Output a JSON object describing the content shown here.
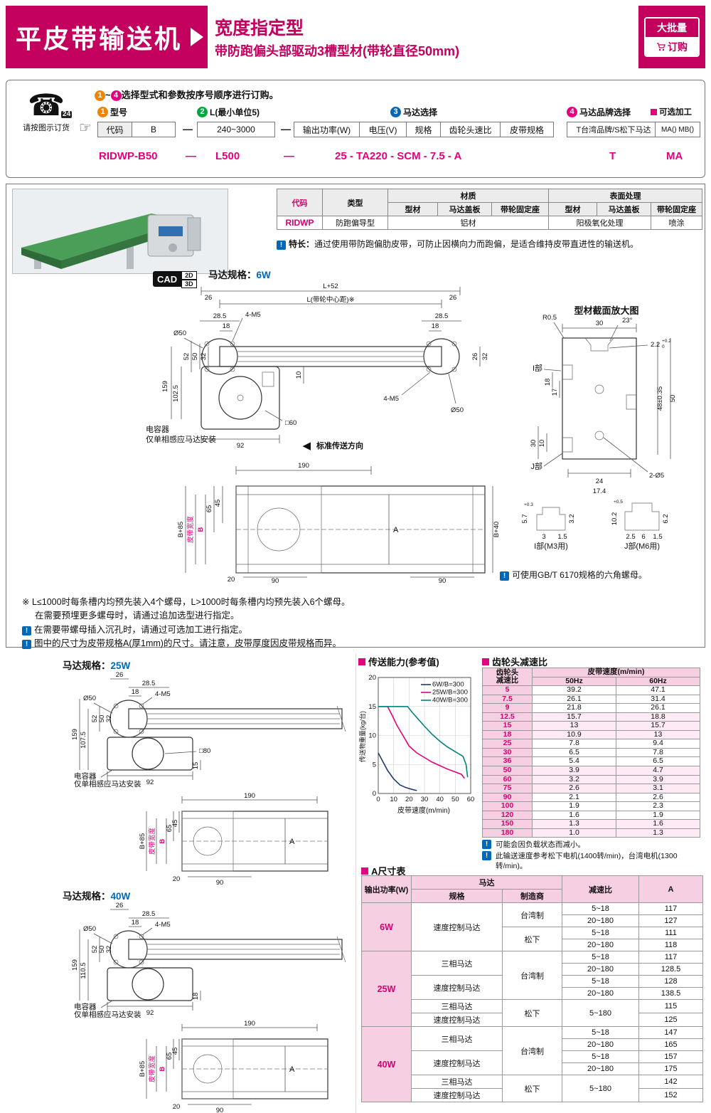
{
  "colors": {
    "brand_magenta": "#c4005f",
    "accent_magenta": "#e5007f",
    "blue": "#0068b7",
    "step1_orange": "#f08300",
    "step2_green": "#00a73c",
    "step3_blue": "#0068b7",
    "step4_magenta": "#e5007f",
    "table_pink": "#f7cfe3"
  },
  "icons": {
    "note": "!",
    "phone": "☎",
    "phone_badge": "24",
    "hand": "☞",
    "left_arrow": "◀"
  },
  "header": {
    "title": "平皮带输送机",
    "sub1": "宽度指定型",
    "sub2": "带防跑偏头部驱动3槽型材(带轮直径50mm)",
    "badge1": "大批量",
    "badge2": "订购"
  },
  "order": {
    "from": "1",
    "to": "4",
    "tilde": "~",
    "instruction": "选择型式和参数按序号顺序进行订购。",
    "phone_caption": "请按图示订货",
    "steps": [
      {
        "num": "1",
        "title": "型号"
      },
      {
        "num": "2",
        "title": "L(最小单位5)"
      },
      {
        "num": "3",
        "title": "马达选择"
      },
      {
        "num": "4",
        "title": "马达品牌选择"
      }
    ],
    "code_label": "代码",
    "code_value": "B",
    "l_range": "240~3000",
    "motor_headers": [
      "输出功率(W)",
      "电压(V)",
      "规格",
      "齿轮头速比",
      "皮带规格"
    ],
    "brand_label": "T台湾品牌/S松下马达",
    "optional_title": "可选加工",
    "optional_value": "MA() MB()",
    "dash": "—",
    "example": {
      "model": "RIDWP-B50",
      "dash1": "—",
      "l": "L500",
      "dash2": "—",
      "motor": "25 - TA220 - SCM - 7.5 - A",
      "brand": "T",
      "opt": "MA"
    }
  },
  "spec": {
    "h_code": "代码",
    "h_type": "类型",
    "h_mat": "材质",
    "h_surf": "表面处理",
    "sub1": "型材",
    "sub2": "马达盖板",
    "sub3": "带轮固定座",
    "code": "RIDWP",
    "type": "防跑偏导型",
    "mat": "铝材",
    "surf_a": "阳极氧化处理",
    "surf_b": "喷涂"
  },
  "feature": {
    "prefix": "特长：",
    "text": "通过使用带防跑偏肋皮带，可防止因横向力而跑偏，是适合维持皮带直进性的输送机。"
  },
  "cad": {
    "a": "CAD",
    "b": "2D",
    "c": "3D"
  },
  "m6": {
    "label": "马达规格：",
    "value": "6W"
  },
  "m25": {
    "label": "马达规格：",
    "value": "25W"
  },
  "m40": {
    "label": "马达规格：",
    "value": "40W"
  },
  "dir": {
    "label": "标准传送方向"
  },
  "d6": {
    "L52": "L+52",
    "Lc": "L(带轮中心距)※",
    "n26": "26",
    "n285": "28.5",
    "n18": "18",
    "m5": "4-M5",
    "dia": "Ø50",
    "v52": "52",
    "v50": "50",
    "v32": "32",
    "v102": "102.5",
    "v159": "159",
    "r32": "32",
    "n10": "10",
    "n92": "92",
    "sq60": "□60",
    "cap": "电容器",
    "cap2": "仅单相感应马达安装"
  },
  "d6s": {
    "n190": "190",
    "n65": "65",
    "n45": "45",
    "b85": "B+85",
    "belt": "皮带宽度",
    "b": "B",
    "a": "A",
    "n20": "20",
    "n90": "90",
    "b40": "B+40"
  },
  "sect": {
    "title": "型材截面放大图",
    "n30": "30",
    "r05": "R0.5",
    "ang": "23°",
    "n22": "2.2",
    "tol02": "+0.2",
    "tol03": "+0.3",
    "tol05": "+0.5",
    "zero": "0",
    "ipart": "I部",
    "jpart": "J部",
    "n18": "18",
    "n17": "17",
    "n10": "10",
    "n30b": "30",
    "n50": "50",
    "n48": "48±0.35",
    "dia5": "2-Ø5",
    "n24": "24",
    "n174": "17.4",
    "i": {
      "a": "5.7",
      "b": "3.2",
      "c": "3",
      "d": "1.5",
      "cap": "I部(M3用)"
    },
    "j": {
      "a": "10.2",
      "b": "6.2",
      "c": "2.5",
      "d": "6",
      "e": "1.5",
      "cap": "J部(M6用)"
    },
    "nut": "可使用GB/T 6170规格的六角螺母。"
  },
  "notes": {
    "n1": "※ L≤1000时每条槽内均预先装入4个螺母，L>1000时每条槽内均预先装入6个螺母。",
    "n2": "在需要预埋更多螺母时，请通过追加选型进行指定。",
    "n3": "在需要带螺母插入沉孔时，请通过可选加工进行指定。",
    "n4": "图中的尺寸为皮带规格A(厚1mm)的尺寸。请注意，皮带厚度因皮带规格而异。"
  },
  "d25": {
    "n26": "26",
    "n285": "28.5",
    "n18": "18",
    "m5": "4-M5",
    "dia": "Ø50",
    "v52": "52",
    "v50": "50",
    "v32": "32",
    "vh": "107.5",
    "v159": "159",
    "nb": "15",
    "sq": "□80",
    "n92": "92",
    "cap": "电容器",
    "cap2": "仅单相感应马达安装"
  },
  "d40": {
    "n26": "26",
    "n285": "28.5",
    "n18": "18",
    "m5": "4-M5",
    "dia": "Ø50",
    "v52": "52",
    "v50": "50",
    "v32": "32",
    "vh": "110.5",
    "v159": "159",
    "nb": "18",
    "n92": "92",
    "cap": "电容器",
    "cap2": "仅单相感应马达安装"
  },
  "ds": {
    "n190": "190",
    "n65": "65",
    "n45": "45",
    "b85": "B+85",
    "belt": "皮带宽度",
    "b": "B",
    "a": "A",
    "n20": "20",
    "n90": "90"
  },
  "chart_title": "传送能力(参考值)",
  "chart_data": {
    "type": "line",
    "title": "传送能力(参考值)",
    "xlabel": "皮带速度(m/min)",
    "ylabel": "传送物重量(kg/台)",
    "xlim": [
      0,
      60
    ],
    "ylim": [
      0,
      20
    ],
    "xticks": [
      0,
      10,
      20,
      30,
      40,
      50,
      60
    ],
    "yticks": [
      0,
      5,
      10,
      15,
      20
    ],
    "grid": true,
    "legend_position": "top-right",
    "series": [
      {
        "name": "6W/B=300",
        "color": "#223a70",
        "points": [
          [
            0,
            7
          ],
          [
            3,
            5.5
          ],
          [
            6,
            4
          ],
          [
            10,
            2.5
          ],
          [
            14,
            1.5
          ],
          [
            18,
            1
          ],
          [
            22,
            0.7
          ],
          [
            25,
            0.5
          ]
        ]
      },
      {
        "name": "25W/B=300",
        "color": "#e5007f",
        "points": [
          [
            0,
            15
          ],
          [
            6,
            15
          ],
          [
            9,
            13.5
          ],
          [
            12,
            11.8
          ],
          [
            16,
            10
          ],
          [
            20,
            8.2
          ],
          [
            25,
            7
          ],
          [
            30,
            6.2
          ],
          [
            35,
            5.4
          ],
          [
            40,
            4.8
          ],
          [
            45,
            4.2
          ],
          [
            50,
            3.7
          ],
          [
            54,
            3.3
          ],
          [
            56,
            2.6
          ]
        ]
      },
      {
        "name": "40W/B=300",
        "color": "#00857a",
        "points": [
          [
            0,
            15
          ],
          [
            10,
            15
          ],
          [
            19,
            15
          ],
          [
            22,
            14
          ],
          [
            26,
            12.8
          ],
          [
            30,
            11.6
          ],
          [
            35,
            10.2
          ],
          [
            40,
            9
          ],
          [
            45,
            8
          ],
          [
            50,
            7.2
          ],
          [
            55,
            6.4
          ],
          [
            57,
            5
          ],
          [
            58,
            2.8
          ]
        ]
      }
    ]
  },
  "gear": {
    "title": "齿轮头减速比",
    "h1a": "齿轮头",
    "h1b": "减速比",
    "h2": "皮带速度(m/min)",
    "h50": "50Hz",
    "h60": "60Hz",
    "rows": [
      [
        {
          "t": "5",
          "c": "ratio"
        },
        "39.2",
        "47.1"
      ],
      [
        {
          "t": "7.5",
          "c": "ratio"
        },
        "26.1",
        "31.4"
      ],
      [
        {
          "t": "9",
          "c": "ratio"
        },
        "21.8",
        "26.1"
      ],
      [
        {
          "t": "12.5",
          "c": "ratio"
        },
        "15.7",
        "18.8"
      ],
      [
        {
          "t": "15",
          "c": "ratio"
        },
        "13",
        "15.7"
      ],
      [
        {
          "t": "18",
          "c": "ratio"
        },
        "10.9",
        "13"
      ],
      [
        {
          "t": "25",
          "c": "ratio"
        },
        "7.8",
        "9.4"
      ],
      [
        {
          "t": "30",
          "c": "ratio"
        },
        "6.5",
        "7.8"
      ],
      [
        {
          "t": "36",
          "c": "ratio"
        },
        "5.4",
        "6.5"
      ],
      [
        {
          "t": "50",
          "c": "ratio"
        },
        "3.9",
        "4.7"
      ],
      [
        {
          "t": "60",
          "c": "ratio"
        },
        "3.2",
        "3.9"
      ],
      [
        {
          "t": "75",
          "c": "ratio"
        },
        "2.6",
        "3.1"
      ],
      [
        {
          "t": "90",
          "c": "ratio"
        },
        "2.1",
        "2.6"
      ],
      [
        {
          "t": "100",
          "c": "ratio"
        },
        "1.9",
        "2.3"
      ],
      [
        {
          "t": "120",
          "c": "ratio"
        },
        "1.6",
        "1.9"
      ],
      [
        {
          "t": "150",
          "c": "ratio"
        },
        "1.3",
        "1.6"
      ],
      [
        {
          "t": "180",
          "c": "ratio"
        },
        "1.0",
        "1.3"
      ]
    ],
    "notes": [
      "可能会因负载状态而减小。",
      "此输送速度参考松下电机(1400转/min)，台湾电机(1300转/min)。"
    ]
  },
  "atable": {
    "title": "A尺寸表",
    "h_power": "输出功率(W)",
    "h_motor": "马达",
    "h_spec": "规格",
    "h_maker": "制造商",
    "h_ratio": "减速比",
    "h_a": "A",
    "rows": [
      [
        {
          "t": "6W",
          "rs": 4,
          "c": "pw"
        },
        {
          "t": "速度控制马达",
          "rs": 4
        },
        {
          "t": "台湾制",
          "rs": 2
        },
        {
          "t": "5~18"
        },
        {
          "t": "117"
        }
      ],
      [
        {
          "t": "20~180"
        },
        {
          "t": "127"
        }
      ],
      [
        {
          "t": "松下",
          "rs": 2
        },
        {
          "t": "5~18"
        },
        {
          "t": "111"
        }
      ],
      [
        {
          "t": "20~180"
        },
        {
          "t": "118"
        }
      ],
      [
        {
          "t": "25W",
          "rs": 6,
          "c": "pw"
        },
        {
          "t": "三相马达",
          "rs": 2
        },
        {
          "t": "台湾制",
          "rs": 4
        },
        {
          "t": "5~18"
        },
        {
          "t": "117"
        }
      ],
      [
        {
          "t": "20~180"
        },
        {
          "t": "128.5"
        }
      ],
      [
        {
          "t": "速度控制马达",
          "rs": 2
        },
        {
          "t": "5~18"
        },
        {
          "t": "128"
        }
      ],
      [
        {
          "t": "20~180"
        },
        {
          "t": "138.5"
        }
      ],
      [
        {
          "t": "三相马达"
        },
        {
          "t": "松下",
          "rs": 2
        },
        {
          "t": "5~180",
          "rs": 2
        },
        {
          "t": "115"
        }
      ],
      [
        {
          "t": "速度控制马达"
        },
        {
          "t": "125"
        }
      ],
      [
        {
          "t": "40W",
          "rs": 6,
          "c": "pw"
        },
        {
          "t": "三相马达",
          "rs": 2
        },
        {
          "t": "台湾制",
          "rs": 4
        },
        {
          "t": "5~18"
        },
        {
          "t": "147"
        }
      ],
      [
        {
          "t": "20~180"
        },
        {
          "t": "165"
        }
      ],
      [
        {
          "t": "速度控制马达",
          "rs": 2
        },
        {
          "t": "5~18"
        },
        {
          "t": "157"
        }
      ],
      [
        {
          "t": "20~180"
        },
        {
          "t": "175"
        }
      ],
      [
        {
          "t": "三相马达"
        },
        {
          "t": "松下",
          "rs": 2
        },
        {
          "t": "5~180",
          "rs": 2
        },
        {
          "t": "142"
        }
      ],
      [
        {
          "t": "速度控制马达"
        },
        {
          "t": "152"
        }
      ]
    ]
  }
}
